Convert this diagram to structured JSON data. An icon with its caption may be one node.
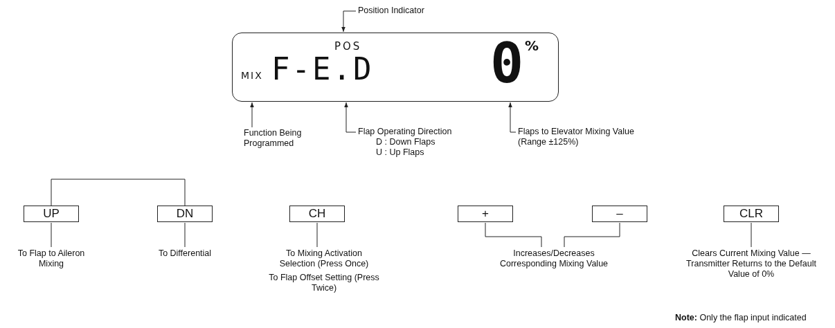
{
  "diagram": {
    "nodes": [
      {
        "text": [
          "POS",
          "MIX",
          "F-E.D",
          "0",
          "%"
        ]
      },
      {
        "text": [
          "Position Indicator"
        ]
      },
      {
        "text": [
          "Function Being Programmed"
        ]
      },
      {
        "text": [
          "Flap Operating Direction",
          "D : Down Flaps",
          "U : Up Flaps"
        ]
      },
      {
        "text": [
          "Flaps to Elevator Mixing Value (Range ±125%)"
        ]
      },
      {
        "text": [
          "UP"
        ]
      },
      {
        "text": [
          "DN"
        ]
      },
      {
        "text": [
          "CH"
        ]
      },
      {
        "text": [
          "+"
        ]
      },
      {
        "text": [
          "–"
        ]
      },
      {
        "text": [
          "CLR"
        ]
      },
      {
        "text": [
          "To Flap to Aileron Mixing"
        ]
      },
      {
        "text": [
          "To Differential"
        ]
      },
      {
        "text": [
          "To Mixing Activation Selection (Press Once)",
          "To Flap Offset Setting (Press Twice)"
        ]
      },
      {
        "text": [
          "Increases/Decreases Corresponding Mixing Value"
        ]
      },
      {
        "text": [
          "Clears Current Mixing Value — Transmitter Returns to the Default Value of 0%"
        ]
      }
    ],
    "edges": [
      {
        "from": 1,
        "to": 0,
        "arrow": "to"
      },
      {
        "from": 2,
        "to": 0,
        "arrow": "to"
      },
      {
        "from": 3,
        "to": 0,
        "arrow": "to"
      },
      {
        "from": 4,
        "to": 0,
        "arrow": "to"
      },
      {
        "from": 5,
        "to": 6,
        "arrow": "none"
      },
      {
        "from": 5,
        "to": 11,
        "arrow": "none"
      },
      {
        "from": 6,
        "to": 12,
        "arrow": "none"
      },
      {
        "from": 7,
        "to": 13,
        "arrow": "none"
      },
      {
        "from": 8,
        "to": 14,
        "arrow": "none"
      },
      {
        "from": 9,
        "to": 14,
        "arrow": "none"
      },
      {
        "from": 10,
        "to": 15,
        "arrow": "none"
      }
    ],
    "labels": [
      "**Note:** Only the flap input indicated"
    ]
  }
}
